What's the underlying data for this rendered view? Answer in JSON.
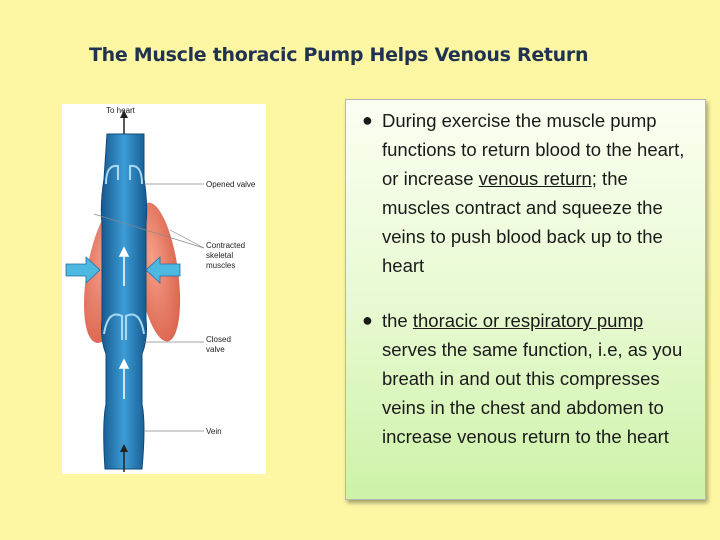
{
  "slide": {
    "title": "The Muscle thoracic Pump Helps Venous Return"
  },
  "figure": {
    "labels": {
      "to_heart": "To heart",
      "opened_valve": "Opened valve",
      "contracted_line1": "Contracted",
      "contracted_line2": "skeletal",
      "contracted_line3": "muscles",
      "closed_line1": "Closed",
      "closed_line2": "valve",
      "vein": "Vein"
    },
    "colors": {
      "vein_dark": "#1e6eaa",
      "vein_light": "#3d9cd6",
      "muscle": "#e8765e",
      "muscle_highlight": "#f6a08a",
      "arrow": "#4db8e0"
    }
  },
  "bullets": [
    {
      "part1": "During exercise the muscle pump functions to return blood to the heart, or increase ",
      "link": "venous return",
      "part2": "; the muscles contract and squeeze the veins to push blood back up to the heart"
    },
    {
      "part1": "the ",
      "link": "thoracic or respiratory pump",
      "part2": " serves the same function, i.e, as you breath in and out this compresses veins in the chest and abdomen to increase venous return to the heart"
    }
  ],
  "theme": {
    "background": "#fdf7a4",
    "title_color": "#1f3350"
  }
}
